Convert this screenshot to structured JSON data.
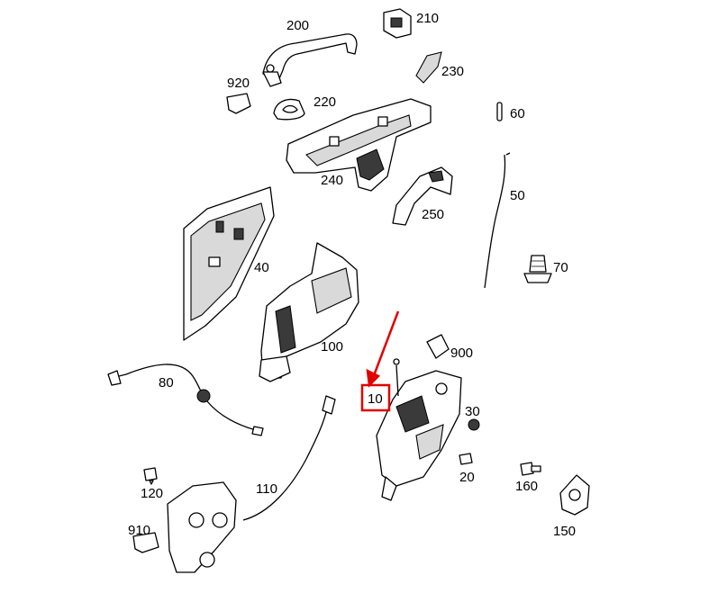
{
  "diagram": {
    "labels": {
      "p10": "10",
      "p20": "20",
      "p30": "30",
      "p40": "40",
      "p50": "50",
      "p60": "60",
      "p70": "70",
      "p80": "80",
      "p100": "100",
      "p110": "110",
      "p120": "120",
      "p150": "150",
      "p160": "160",
      "p200": "200",
      "p210": "210",
      "p220": "220",
      "p230": "230",
      "p240": "240",
      "p250": "250",
      "p900": "900",
      "p910": "910",
      "p920": "920"
    },
    "highlight": {
      "part": "10",
      "color": "#e00000"
    }
  }
}
